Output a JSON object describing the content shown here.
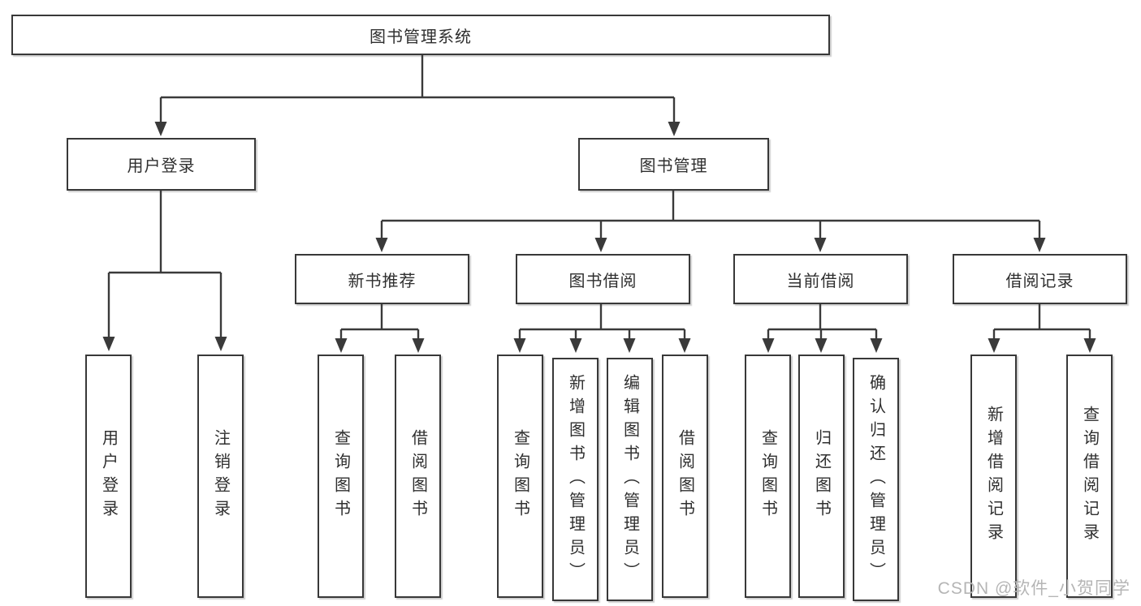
{
  "tree": {
    "root": {
      "label": "图书管理系统"
    },
    "children": [
      {
        "label": "用户登录",
        "children": [
          {
            "label": "用户登录"
          },
          {
            "label": "注销登录"
          }
        ]
      },
      {
        "label": "图书管理",
        "children": [
          {
            "label": "新书推荐",
            "children": [
              {
                "label": "查询图书"
              },
              {
                "label": "借阅图书"
              }
            ]
          },
          {
            "label": "图书借阅",
            "children": [
              {
                "label": "查询图书"
              },
              {
                "label": "新增图书（管理员）"
              },
              {
                "label": "编辑图书（管理员）"
              },
              {
                "label": "借阅图书"
              }
            ]
          },
          {
            "label": "当前借阅",
            "children": [
              {
                "label": "查询图书"
              },
              {
                "label": "归还图书"
              },
              {
                "label": "确认归还（管理员）"
              }
            ]
          },
          {
            "label": "借阅记录",
            "children": [
              {
                "label": "新增借阅记录"
              },
              {
                "label": "查询借阅记录"
              }
            ]
          }
        ]
      }
    ]
  },
  "watermark": {
    "text": "CSDN @软件_小贺同学"
  },
  "colors": {
    "line": "#3a3a3a",
    "box-border": "#383838",
    "box-fill": "#ffffff",
    "text": "#2f2f2f",
    "watermark": "#b5b5b5",
    "page-bg": "#ffffff"
  }
}
